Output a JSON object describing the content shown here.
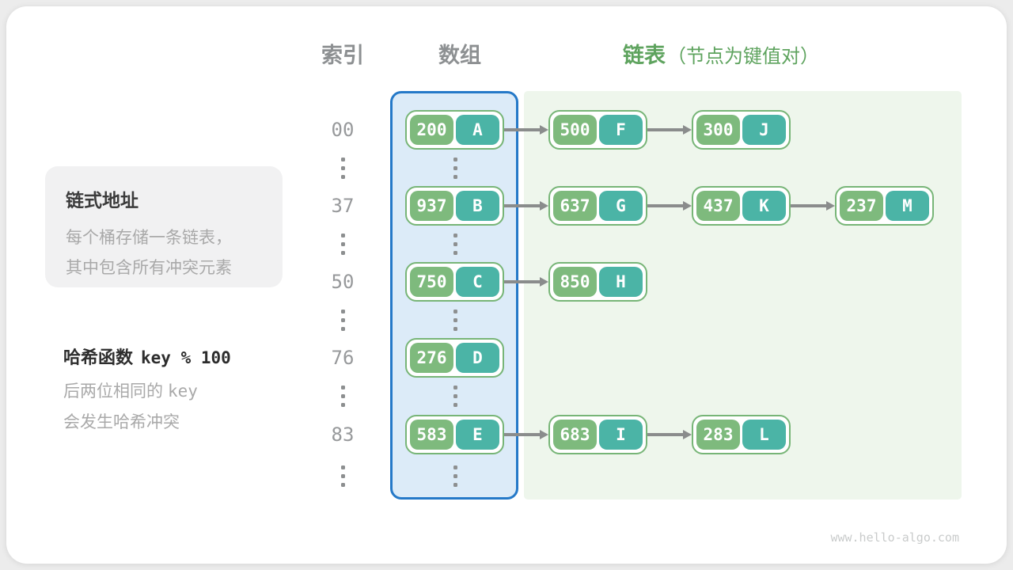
{
  "headers": {
    "index": "索引",
    "array": "数组",
    "list": "链表",
    "list_note": "（节点为键值对）"
  },
  "info_box": {
    "title": "链式地址",
    "line1": "每个桶存储一条链表，",
    "line2": "其中包含所有冲突元素"
  },
  "hash_note": {
    "title_zh": "哈希函数",
    "title_code": "key % 100",
    "body_line1_prefix": "后两位相同的",
    "body_line1_code": "key",
    "body_line2": "会发生哈希冲突"
  },
  "rows": [
    {
      "index": "00",
      "bucket": {
        "key": "200",
        "value": "A"
      },
      "chain": [
        {
          "key": "500",
          "value": "F"
        },
        {
          "key": "300",
          "value": "J"
        }
      ]
    },
    {
      "index": "37",
      "bucket": {
        "key": "937",
        "value": "B"
      },
      "chain": [
        {
          "key": "637",
          "value": "G"
        },
        {
          "key": "437",
          "value": "K"
        },
        {
          "key": "237",
          "value": "M"
        }
      ]
    },
    {
      "index": "50",
      "bucket": {
        "key": "750",
        "value": "C"
      },
      "chain": [
        {
          "key": "850",
          "value": "H"
        }
      ]
    },
    {
      "index": "76",
      "bucket": {
        "key": "276",
        "value": "D"
      },
      "chain": []
    },
    {
      "index": "83",
      "bucket": {
        "key": "583",
        "value": "E"
      },
      "chain": [
        {
          "key": "683",
          "value": "I"
        },
        {
          "key": "283",
          "value": "L"
        }
      ]
    }
  ],
  "ellipsis_between_rows": true,
  "watermark": "www.hello-algo.com",
  "colors": {
    "accent_green": "#5ea35e",
    "node_key_bg": "#7eba7d",
    "node_value_bg": "#4bb4a6",
    "node_border": "#77b577",
    "array_panel_bg": "#dcebf8",
    "array_panel_border": "#2579c8",
    "list_panel_bg": "#eef6ec",
    "arrow": "#8a8c8c",
    "header_gray": "#8d9092",
    "index_gray": "#97999b",
    "muted_text": "#a9a9a9"
  }
}
